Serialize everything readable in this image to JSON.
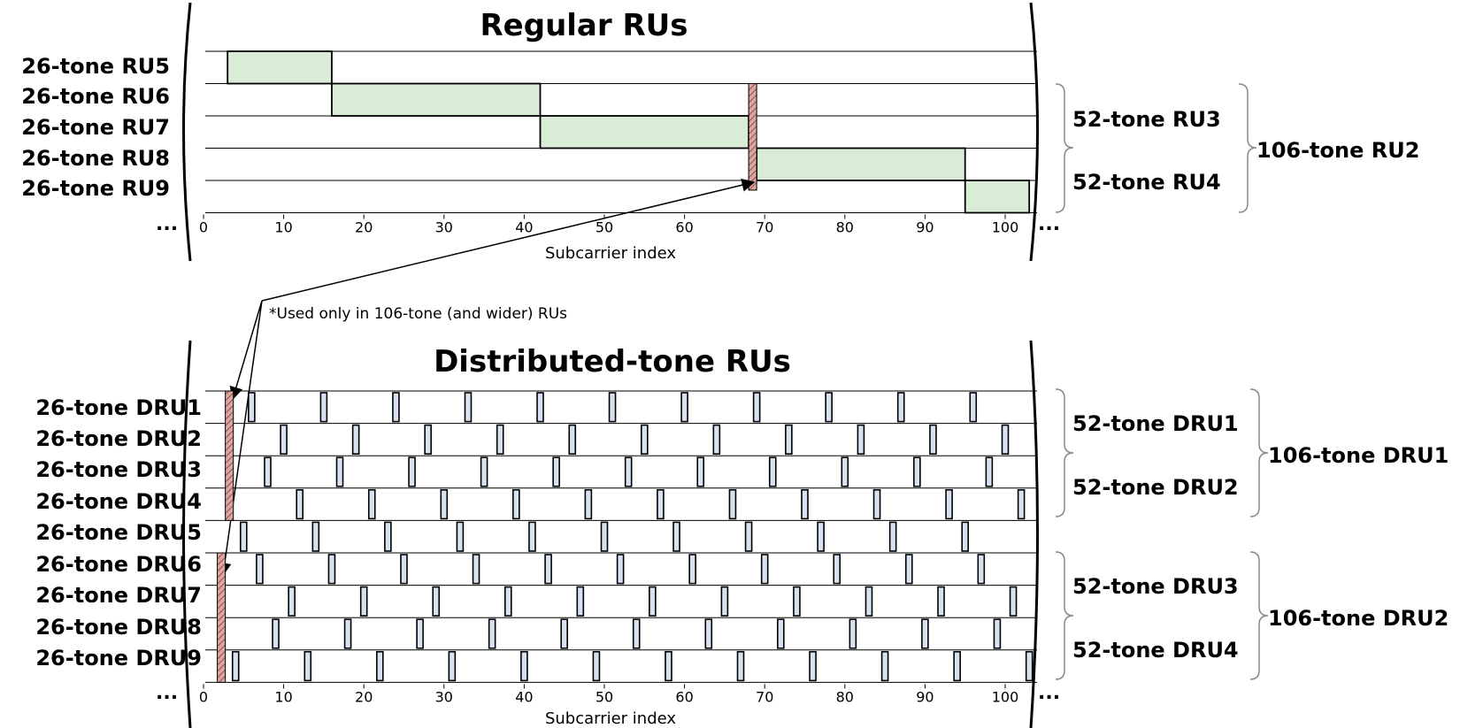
{
  "colors": {
    "ru_fill": "#d8ecd6",
    "dru_fill": "#d6e2f1",
    "pilot_fill": "#d8a7a0",
    "pilot_hatch": "#9a4a44"
  },
  "top": {
    "title": "Regular RUs",
    "rows": [
      "26-tone RU5",
      "26-tone RU6",
      "26-tone RU7",
      "26-tone RU8",
      "26-tone RU9"
    ],
    "groups_52": [
      "52-tone RU3",
      "52-tone RU4"
    ],
    "group_106": "106-tone RU2",
    "xlabel": "Subcarrier index",
    "ellipsis_left": "...",
    "ellipsis_right": "..."
  },
  "note": "*Used only in 106-tone (and wider) RUs",
  "bottom": {
    "title": "Distributed-tone RUs",
    "rows": [
      "26-tone DRU1",
      "26-tone DRU2",
      "26-tone DRU3",
      "26-tone DRU4",
      "26-tone DRU5",
      "26-tone DRU6",
      "26-tone DRU7",
      "26-tone DRU8",
      "26-tone DRU9"
    ],
    "groups_52": [
      "52-tone DRU1",
      "52-tone DRU2",
      "52-tone DRU3",
      "52-tone DRU4"
    ],
    "groups_106": [
      "106-tone DRU1",
      "106-tone DRU2"
    ],
    "xlabel": "Subcarrier index",
    "ellipsis_left": "...",
    "ellipsis_right": "..."
  },
  "chart_data": {
    "type": "diagram",
    "x_ticks": [
      0,
      10,
      20,
      30,
      40,
      50,
      60,
      70,
      80,
      90,
      100
    ],
    "x_range": [
      0,
      103
    ],
    "regular_rus": [
      {
        "name": "26-tone RU5",
        "start": 3,
        "end": 16
      },
      {
        "name": "26-tone RU6",
        "start": 16,
        "end": 42
      },
      {
        "name": "26-tone RU7",
        "start": 42,
        "end": 68
      },
      {
        "name": "26-tone RU8",
        "start": 69,
        "end": 95
      },
      {
        "name": "26-tone RU9",
        "start": 95,
        "end": 103
      }
    ],
    "regular_pilot": {
      "start": 68,
      "end": 69
    },
    "dru_tones": [
      {
        "name": "26-tone DRU1",
        "tones": [
          6,
          15,
          24,
          33,
          42,
          51,
          60,
          69,
          78,
          87,
          96
        ]
      },
      {
        "name": "26-tone DRU2",
        "tones": [
          10,
          19,
          28,
          37,
          46,
          55,
          64,
          73,
          82,
          91,
          100
        ]
      },
      {
        "name": "26-tone DRU3",
        "tones": [
          8,
          17,
          26,
          35,
          44,
          53,
          62,
          71,
          80,
          89,
          98
        ]
      },
      {
        "name": "26-tone DRU4",
        "tones": [
          12,
          21,
          30,
          39,
          48,
          57,
          66,
          75,
          84,
          93,
          102
        ]
      },
      {
        "name": "26-tone DRU5",
        "tones": [
          5,
          14,
          23,
          32,
          41,
          50,
          59,
          68,
          77,
          86,
          95
        ]
      },
      {
        "name": "26-tone DRU6",
        "tones": [
          7,
          16,
          25,
          34,
          43,
          52,
          61,
          70,
          79,
          88,
          97
        ]
      },
      {
        "name": "26-tone DRU7",
        "tones": [
          11,
          20,
          29,
          38,
          47,
          56,
          65,
          74,
          83,
          92,
          101
        ]
      },
      {
        "name": "26-tone DRU8",
        "tones": [
          9,
          18,
          27,
          36,
          45,
          54,
          63,
          72,
          81,
          90,
          99
        ]
      },
      {
        "name": "26-tone DRU9",
        "tones": [
          4,
          13,
          22,
          31,
          40,
          49,
          58,
          67,
          76,
          85,
          94,
          103
        ]
      }
    ],
    "dru_pilots": [
      {
        "rows": [
          0,
          3
        ],
        "start": 2.5,
        "end": 3.5
      },
      {
        "rows": [
          5,
          8
        ],
        "start": 1.5,
        "end": 2.5
      }
    ]
  }
}
